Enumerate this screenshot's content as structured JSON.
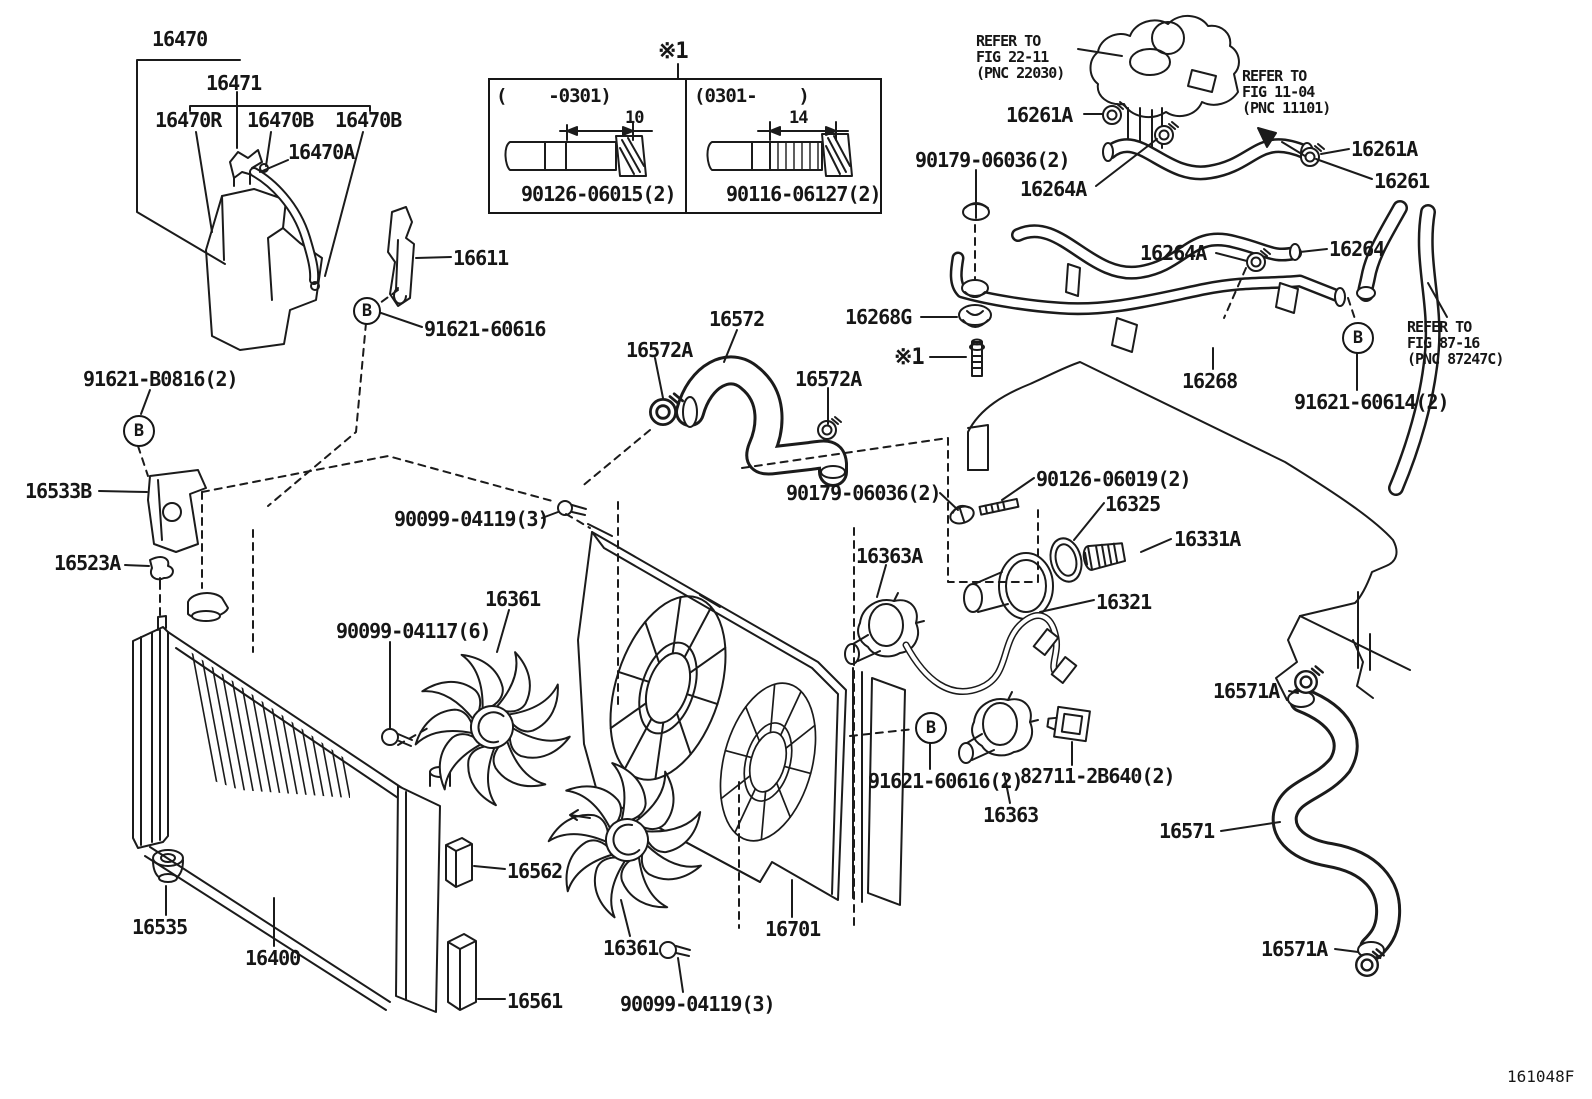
{
  "figure": {
    "code": "161048F"
  },
  "callouts": {
    "b": "B",
    "note": "※1"
  },
  "inset": {
    "note": "※1",
    "left_range": "(    -0301)",
    "left_dim": "10",
    "left_part": "90126-06015(2)",
    "right_range": "(0301-    )",
    "right_dim": "14",
    "right_part": "90116-06127(2)"
  },
  "notes": {
    "refer_22_11": "REFER TO\nFIG 22-11\n(PNC 22030)",
    "refer_11_04": "REFER TO\nFIG 11-04\n(PNC 11101)",
    "refer_87_16": "REFER TO\nFIG 87-16\n(PNC 87247C)"
  },
  "labels": {
    "p16470": "16470",
    "p16471": "16471",
    "p16470R": "16470R",
    "p16470B": "16470B",
    "p16470A": "16470A",
    "p16611": "16611",
    "p91621_60616": "91621-60616",
    "p91621_60616_2": "91621-60616(2)",
    "p91621_B0816": "91621-B0816(2)",
    "p16533B": "16533B",
    "p16523A": "16523A",
    "p16261A": "16261A",
    "p16261": "16261",
    "p16264A": "16264A",
    "p16264": "16264",
    "p16268": "16268",
    "p16268G": "16268G",
    "p91621_60614": "91621-60614(2)",
    "p90179_06036": "90179-06036(2)",
    "p16572": "16572",
    "p16572A": "16572A",
    "p90126_06019": "90126-06019(2)",
    "p16325": "16325",
    "p16331A": "16331A",
    "p16363A": "16363A",
    "p16321": "16321",
    "p90099_04119": "90099-04119(3)",
    "p90099_04117": "90099-04117(6)",
    "p16361": "16361",
    "p16535": "16535",
    "p16400": "16400",
    "p16562": "16562",
    "p16561": "16561",
    "p16701": "16701",
    "p16363": "16363",
    "p82711": "82711-2B640(2)",
    "p16571": "16571",
    "p16571A": "16571A"
  }
}
